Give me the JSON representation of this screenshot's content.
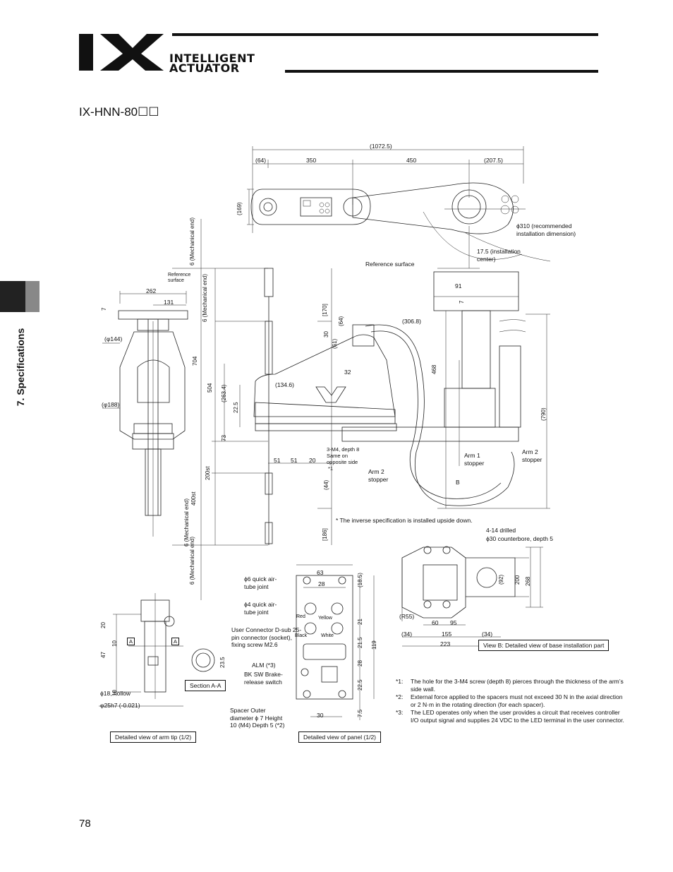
{
  "header": {
    "logo_text": "IX",
    "brand_line1": "INTELLIGENT",
    "brand_line2": "ACTUATOR"
  },
  "side_tab": {
    "label": "7. Specifications"
  },
  "title": "IX-HNN-80☐☐",
  "dims": {
    "top": [
      "(1072.5)",
      "(64)",
      "350",
      "450",
      "(207.5)",
      "(169)"
    ],
    "side": [
      "262",
      "131",
      "7",
      "(φ144)",
      "(φ188)"
    ],
    "front": [
      "[170]",
      "30",
      "(64)",
      "(61)",
      "(306.8)",
      "(134.6)",
      "(263.4)",
      "22.5",
      "504",
      "704",
      "73",
      "200st",
      "400st",
      "51",
      "51",
      "20",
      "(44)",
      "[186]",
      "91",
      "7",
      "468",
      "(790)",
      "32"
    ],
    "mech_end": "6 (Mechanical end)",
    "base": [
      "(R55)",
      "60",
      "95",
      "(34)",
      "155",
      "(34)",
      "223",
      "(92)",
      "200",
      "268"
    ],
    "panel": [
      "63",
      "28",
      "(18.5)",
      "21",
      "21.5",
      "119",
      "28",
      "22.5",
      "7.5",
      "30"
    ],
    "arm_tip": [
      "20",
      "47",
      "10",
      "10",
      "A",
      "A",
      "23.5"
    ],
    "hollow": "ϕ18, hollow",
    "shaft": "φ25h7 (-0.021)"
  },
  "labels": {
    "phi310": "ϕ310 (recommended installation dimension)",
    "installation_center": "17.5 (installation center)",
    "reference_surface": "Reference surface",
    "reference_surface_small": "Reference surface",
    "m4": "3-M4, depth 8 Same on opposite side",
    "m4_ref": "*1",
    "arm2_stopper_left": "Arm 2 stopper",
    "arm1_stopper": "Arm 1 stopper",
    "arm2_stopper_right": "Arm 2 stopper",
    "view_b": "B",
    "inverse": "* The inverse specification is installed upside down.",
    "drilled": "4-14 drilled",
    "counterbore": "ϕ30 counterbore, depth 5",
    "view_b_caption": "View B: Detailed view of base installation part",
    "quick6": "ϕ6 quick air-tube joint",
    "quick4": "ϕ4 quick air-tube joint",
    "red": "Red",
    "yellow": "Yellow",
    "black": "Black",
    "white": "White",
    "user_connector": "User Connector D-sub 25-pin connector (socket), fixing screw M2.6",
    "alm": "ALM (*3)",
    "bksw": "BK SW Brake-release switch",
    "spacer": "Spacer Outer diameter ϕ 7 Height 10 (M4) Depth 5 (*2)",
    "section_aa": "Section A-A",
    "arm_tip_caption": "Detailed view of arm tip (1/2)",
    "panel_caption": "Detailed view of panel (1/2)"
  },
  "notes": [
    {
      "key": "*1:",
      "text": "The hole for the 3-M4 screw (depth 8) pierces through the thickness of the arm’s side wall."
    },
    {
      "key": "*2:",
      "text": "External force applied to the spacers must not exceed 30 N in the axial direction or 2 N·m in the rotating direction (for each spacer)."
    },
    {
      "key": "*3:",
      "text": "The LED operates only when the user provides a circuit that receives controller I/O output signal and supplies 24 VDC to the LED terminal in the user connector."
    }
  ],
  "page_number": "78"
}
